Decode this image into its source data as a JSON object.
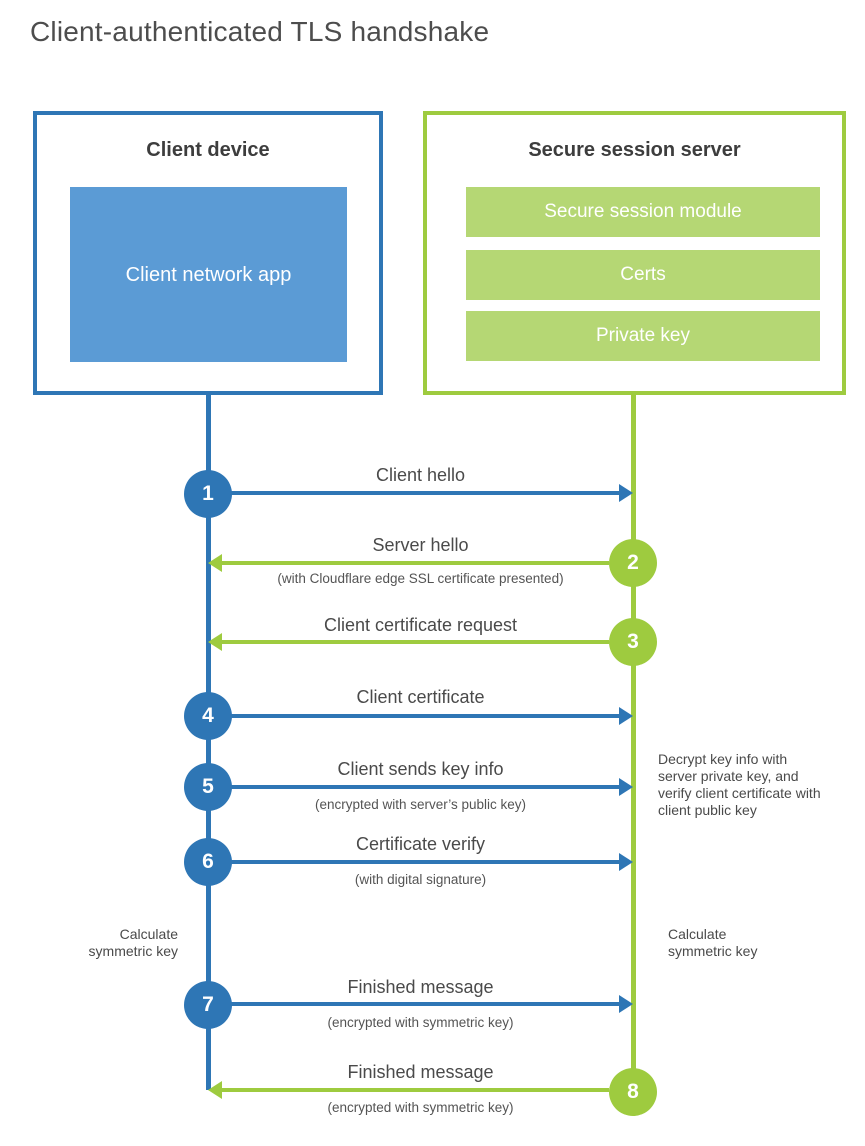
{
  "title": "Client-authenticated TLS handshake",
  "colors": {
    "blue": "#2e76b5",
    "blue_light": "#5b9bd5",
    "green": "#9ecb3f",
    "green_light": "#b5d774"
  },
  "client_box": {
    "title": "Client device",
    "inner_label": "Client network app"
  },
  "server_box": {
    "title": "Secure session server",
    "modules": [
      "Secure session module",
      "Certs",
      "Private key"
    ]
  },
  "steps": [
    {
      "num": "1",
      "from": "client",
      "label": "Client hello",
      "sublabel": ""
    },
    {
      "num": "2",
      "from": "server",
      "label": "Server hello",
      "sublabel": "(with Cloudflare edge SSL certificate presented)"
    },
    {
      "num": "3",
      "from": "server",
      "label": "Client certificate request",
      "sublabel": ""
    },
    {
      "num": "4",
      "from": "client",
      "label": "Client certificate",
      "sublabel": ""
    },
    {
      "num": "5",
      "from": "client",
      "label": "Client sends key info",
      "sublabel": "(encrypted with server’s public key)"
    },
    {
      "num": "6",
      "from": "client",
      "label": "Certificate verify",
      "sublabel": "(with digital signature)"
    },
    {
      "num": "7",
      "from": "client",
      "label": "Finished message",
      "sublabel": "(encrypted with symmetric key)"
    },
    {
      "num": "8",
      "from": "server",
      "label": "Finished message",
      "sublabel": "(encrypted with symmetric key)"
    }
  ],
  "notes": {
    "decrypt": "Decrypt key info with server private key, and verify client certificate with client public key",
    "calc_left": "Calculate symmetric key",
    "calc_right": "Calculate symmetric key"
  }
}
